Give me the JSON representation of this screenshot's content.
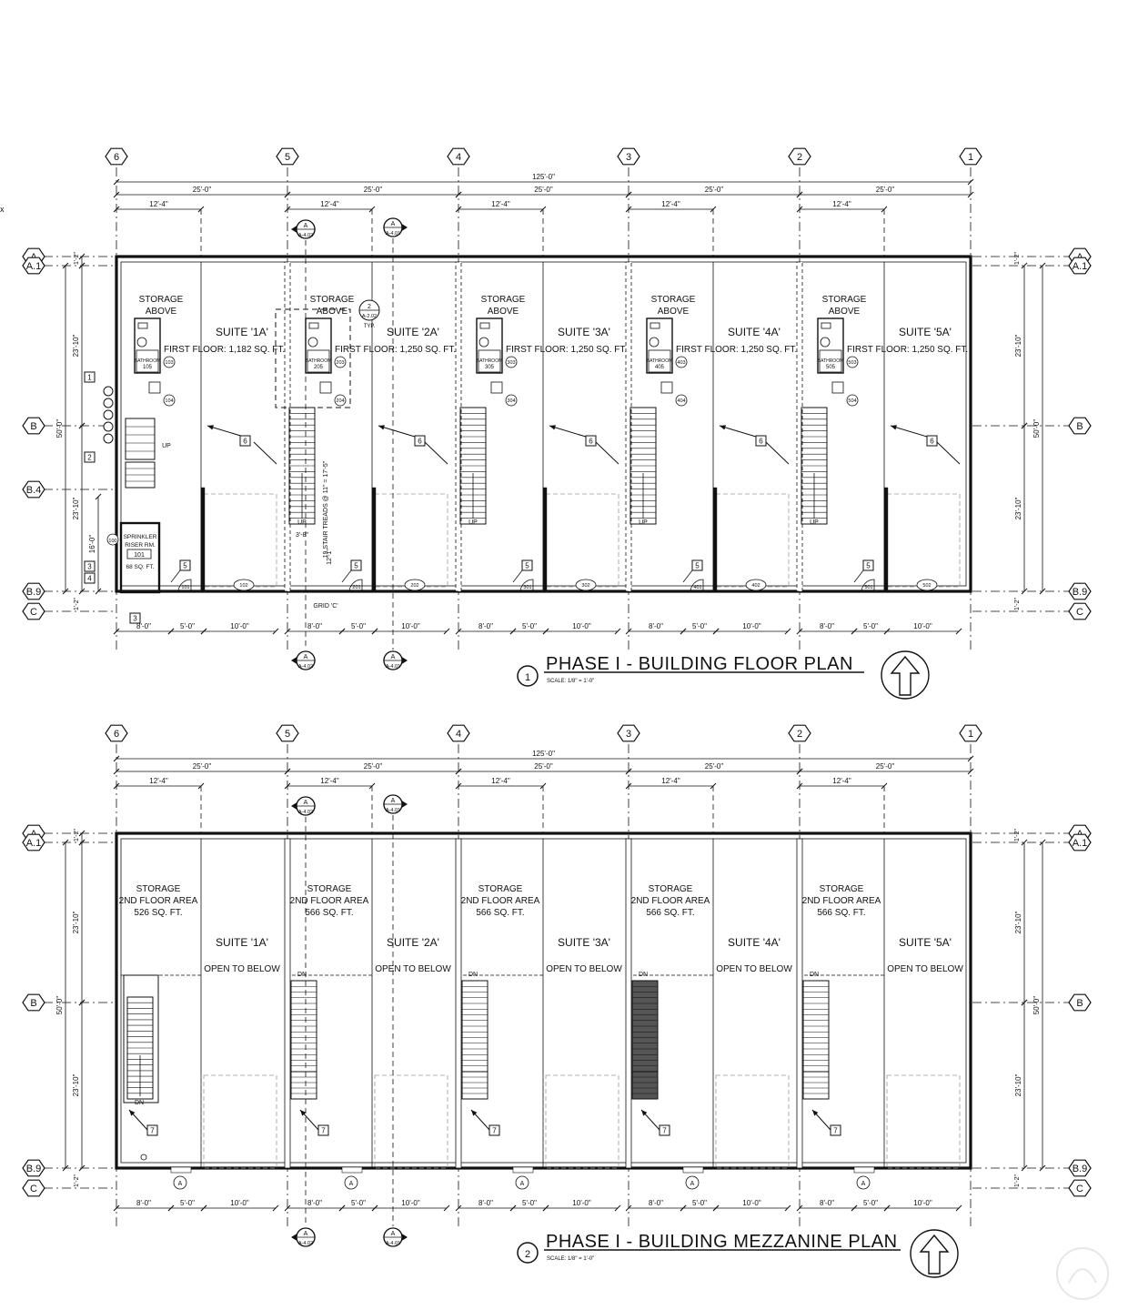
{
  "grid": {
    "columns": [
      "6",
      "5",
      "4",
      "3",
      "2",
      "1"
    ],
    "rows_left": [
      "A",
      "A.1",
      "B",
      "B.4",
      "B.9",
      "C"
    ],
    "rows_right": [
      "A",
      "A.1",
      "B",
      "B.9",
      "C"
    ],
    "rows_mezz": [
      "A",
      "A.1",
      "B",
      "B.9",
      "C"
    ]
  },
  "dims": {
    "overall": "125'-0\"",
    "bay": "25'-0\"",
    "half": "12'-4\"",
    "bottom": [
      "8'-0\"",
      "5'-0\"",
      "10'-0\""
    ],
    "vert_total": "50'-0\"",
    "vert_half": "23'-10\"",
    "vert_small": "1'-2\"",
    "vert_16": "16'-0\""
  },
  "plan1": {
    "title": "PHASE I - BUILDING FLOOR PLAN",
    "number": "1",
    "scale": "SCALE: 1/8\" = 1'-0\"",
    "storage": [
      "STORAGE",
      "ABOVE"
    ],
    "suites": [
      {
        "name": "SUITE '1A'",
        "area": "FIRST FLOOR: 1,182 SQ. FT."
      },
      {
        "name": "SUITE '2A'",
        "area": "FIRST FLOOR: 1,250 SQ. FT."
      },
      {
        "name": "SUITE '3A'",
        "area": "FIRST FLOOR: 1,250 SQ. FT."
      },
      {
        "name": "SUITE '4A'",
        "area": "FIRST FLOOR: 1,250 SQ. FT."
      },
      {
        "name": "SUITE '5A'",
        "area": "FIRST FLOOR: 1,250 SQ. FT."
      }
    ],
    "bath_label": "BATHROOM",
    "bath_numbers": [
      "105",
      "205",
      "305",
      "405",
      "505"
    ],
    "tag_a": [
      "103",
      "203",
      "303",
      "403",
      "503"
    ],
    "tag_b": [
      "104",
      "204",
      "304",
      "404",
      "504"
    ],
    "door_a": [
      "101",
      "201",
      "301",
      "401",
      "501"
    ],
    "door_b": [
      "102",
      "202",
      "302",
      "402",
      "502"
    ],
    "up": "UP",
    "callout_6": "6",
    "callout_5": "5",
    "stair_note": "19 STAIR TREADS @ 11\" = 17'-5\"",
    "sprinkler": [
      "SPRINKLER",
      "RISER RM.",
      "101",
      "68 SQ. FT."
    ],
    "tag_100": "100",
    "notes": [
      "1",
      "2",
      "3",
      "4",
      "3"
    ],
    "grid_c": "GRID 'C'",
    "dim_3_8": "3'-8\"",
    "dim_12_1": "12'-1\"",
    "detail": {
      "num": "2",
      "sheet": "A-2.02",
      "typ": "TYP."
    },
    "section": {
      "letter": "A",
      "sheet1": "A-4.02",
      "sheet2": "A-4.01"
    }
  },
  "plan2": {
    "title": "PHASE I - BUILDING MEZZANINE PLAN",
    "number": "2",
    "scale": "SCALE: 1/8\" = 1'-0\"",
    "storage": [
      {
        "a": "STORAGE",
        "b": "2ND FLOOR AREA",
        "c": "526 SQ. FT."
      },
      {
        "a": "STORAGE",
        "b": "2ND FLOOR AREA",
        "c": "566 SQ. FT."
      },
      {
        "a": "STORAGE",
        "b": "2ND FLOOR AREA",
        "c": "566 SQ. FT."
      },
      {
        "a": "STORAGE",
        "b": "2ND FLOOR AREA",
        "c": "566 SQ. FT."
      },
      {
        "a": "STORAGE",
        "b": "2ND FLOOR AREA",
        "c": "566 SQ. FT."
      }
    ],
    "suites": [
      "SUITE '1A'",
      "SUITE '2A'",
      "SUITE '3A'",
      "SUITE '4A'",
      "SUITE '5A'"
    ],
    "open": "OPEN TO BELOW",
    "dn": "DN",
    "callout_7": "7",
    "door_tag": "A",
    "section": {
      "letter": "A",
      "sheet1": "A-4.02",
      "sheet2": "A-4.01"
    }
  },
  "colors": {
    "ink": "#111111",
    "gray": "#9a9a9a",
    "paper": "#ffffff"
  }
}
